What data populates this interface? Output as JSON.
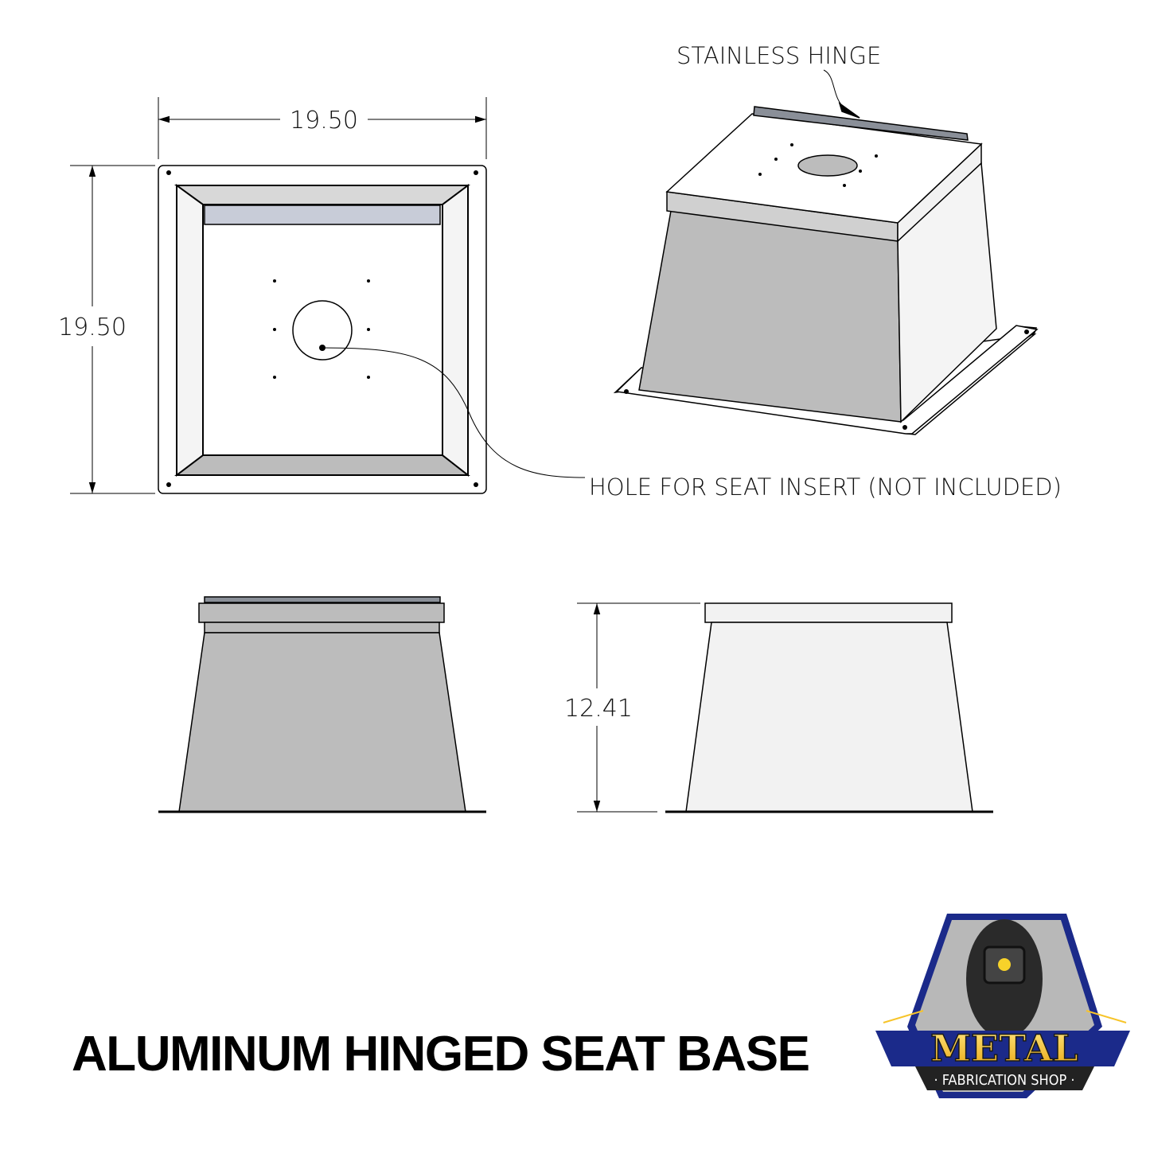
{
  "drawing": {
    "title": "ALUMINUM HINGED SEAT BASE",
    "top_view": {
      "width_dim": "19.50",
      "height_dim": "19.50"
    },
    "side_view": {
      "height_dim": "12.41"
    },
    "callouts": {
      "hinge": "STAINLESS HINGE",
      "hole": "HOLE FOR SEAT INSERT (NOT INCLUDED)"
    }
  },
  "logo": {
    "line1": "METAL",
    "line2": "· FABRICATION SHOP ·"
  },
  "colors": {
    "gray_face": "#bcbcbc",
    "light_face": "#f2f2f2",
    "hinge": "#c8ccd8",
    "logo_yellow": "#f7c42a",
    "logo_navy": "#1b2a8a"
  }
}
